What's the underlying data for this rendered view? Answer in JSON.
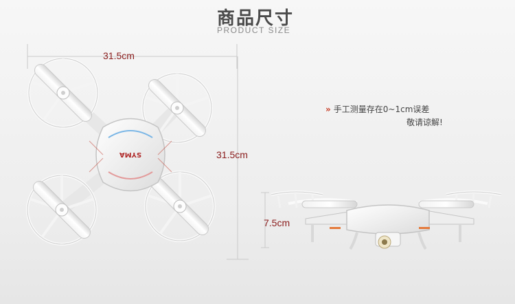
{
  "header": {
    "title_cn": "商品尺寸",
    "title_en": "PRODUCT SIZE"
  },
  "dimensions": {
    "width": "31.5cm",
    "length": "31.5cm",
    "height": "7.5cm"
  },
  "note": {
    "line1": "手工测量存在0~1cm误差",
    "line2": "敬请谅解!"
  },
  "drone": {
    "brand_text": "SYMA"
  },
  "colors": {
    "dimension_text": "#8a1c1c",
    "dimension_line": "#c9c9c9",
    "note_chevron": "#c8402a",
    "drone_body": "#ffffff"
  },
  "icons": {
    "note_bullet": "double-chevron-right-icon"
  }
}
